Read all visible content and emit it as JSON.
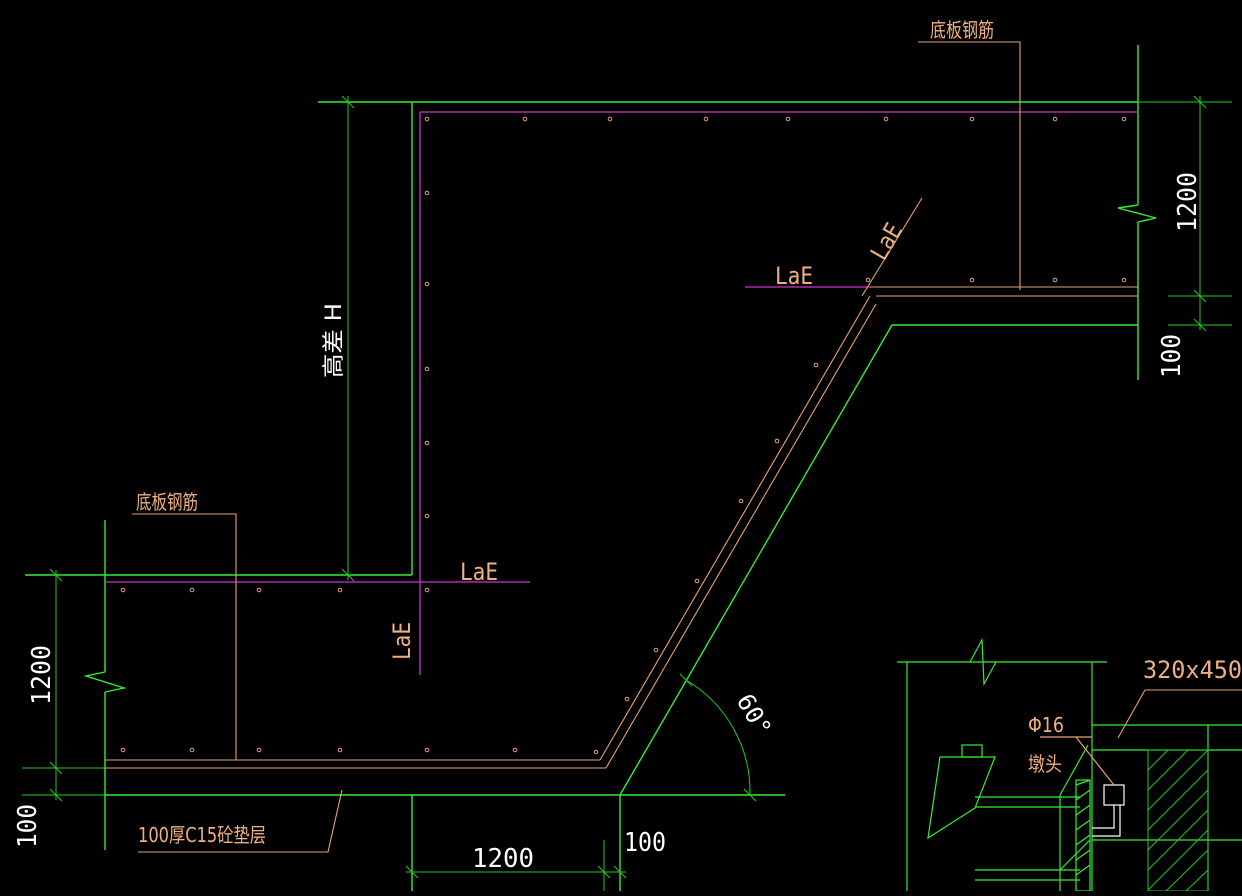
{
  "labels": {
    "slab_rebar_top": "底板钢筋",
    "slab_rebar_left": "底板钢筋",
    "lae_top_horizontal": "LaE",
    "lae_slope": "LaE",
    "lae_mid_horizontal": "LaE",
    "lae_mid_vertical": "LaE",
    "height_diff": "高差 H",
    "cushion_layer": "100厚C15砼垫层",
    "angle": "60°",
    "bar_spec": "Φ16",
    "bar_head": "墩头",
    "section_size": "320x450"
  },
  "dimensions": {
    "right_thickness": "1200",
    "right_cushion": "100",
    "left_thickness": "1200",
    "left_cushion": "100",
    "bottom_width": "1200",
    "bottom_offset": "100"
  },
  "colors": {
    "background": "#000000",
    "concrete_outline": "#33ee33",
    "dimension_line": "#22cc22",
    "rebar": "#e8a070",
    "anchor_line": "#cc33cc",
    "label_text": "#f0b080",
    "dim_text": "#ffffff",
    "hatch": "#22cc22"
  }
}
